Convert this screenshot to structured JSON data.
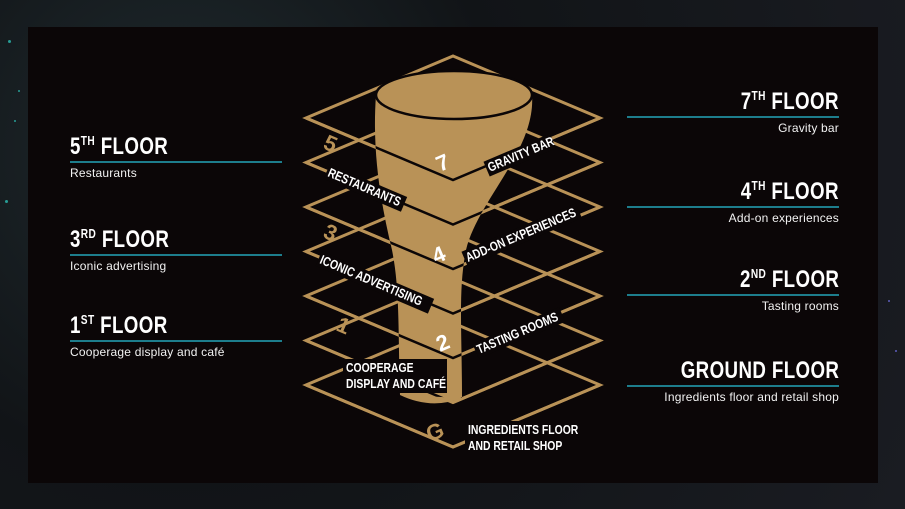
{
  "colors": {
    "gold": "#b99257",
    "accent_rule": "#1d7d8c",
    "panel": "#0b0607"
  },
  "left_items": [
    {
      "num": "5",
      "sup": "TH",
      "floor": "FLOOR",
      "desc": "Restaurants"
    },
    {
      "num": "3",
      "sup": "RD",
      "floor": "FLOOR",
      "desc": "Iconic advertising"
    },
    {
      "num": "1",
      "sup": "ST",
      "floor": "FLOOR",
      "desc": "Cooperage display and café"
    }
  ],
  "right_items": [
    {
      "num": "7",
      "sup": "TH",
      "floor": "FLOOR",
      "desc": "Gravity bar"
    },
    {
      "num": "4",
      "sup": "TH",
      "floor": "FLOOR",
      "desc": "Add-on experiences"
    },
    {
      "num": "2",
      "sup": "ND",
      "floor": "FLOOR",
      "desc": "Tasting rooms"
    },
    {
      "num": "GROUND",
      "sup": "",
      "floor": "FLOOR",
      "desc": "Ingredients floor and retail shop"
    }
  ],
  "diagram": {
    "labels": {
      "f7": "GRAVITY BAR",
      "f5": "RESTAURANTS",
      "f4": "ADD-ON EXPERIENCES",
      "f3": "ICONIC ADVERTISING",
      "f2": "TASTING ROOMS",
      "f1a": "COOPERAGE",
      "f1b": "DISPLAY AND CAFÉ",
      "g1": "INGREDIENTS FLOOR",
      "g2": "AND RETAIL SHOP"
    },
    "numbers": {
      "f7": "7",
      "f5": "5",
      "f4": "4",
      "f3": "3",
      "f2": "2",
      "f1": "1",
      "g": "G"
    }
  }
}
